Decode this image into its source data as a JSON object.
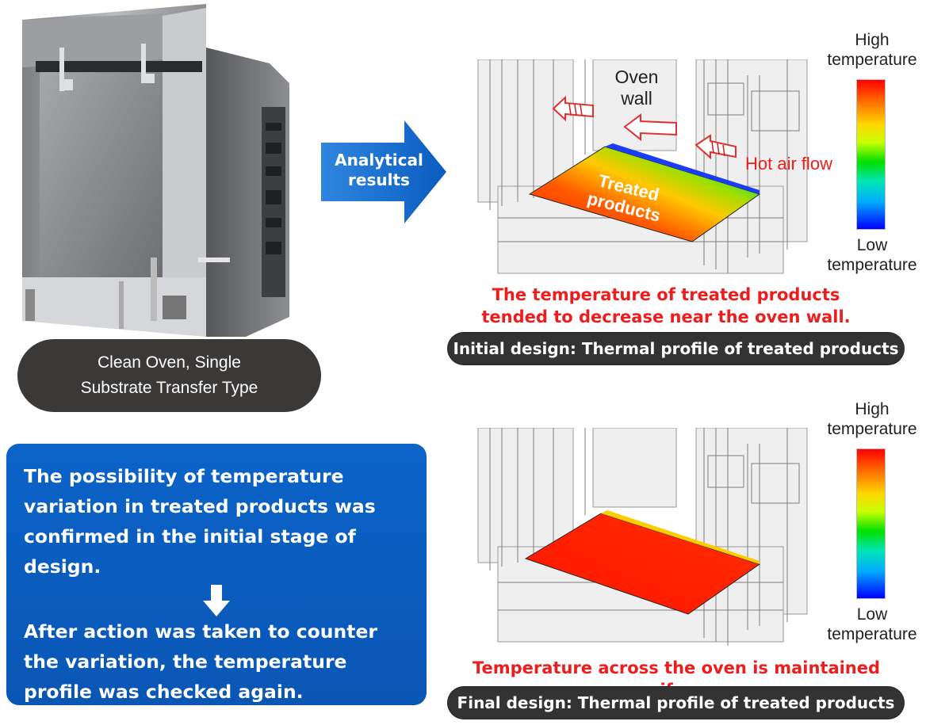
{
  "product": {
    "caption_line1": "Clean Oven, Single",
    "caption_line2": "Substrate Transfer Type"
  },
  "arrow": {
    "line1": "Analytical",
    "line2": "results",
    "color": "#0a66cc"
  },
  "summary": {
    "paragraph1": "The possibility of temperature variation in treated products was confirmed in the initial stage of design.",
    "paragraph2": "After action was taken to counter the variation, the temperature profile was checked again."
  },
  "initial": {
    "oven_wall_line1": "Oven",
    "oven_wall_line2": "wall",
    "hot_air_flow": "Hot air flow",
    "treated_line1": "Treated",
    "treated_line2": "products",
    "note_line1": "The temperature of treated products",
    "note_line2": "tended to decrease near the oven wall.",
    "label": "Initial design: Thermal profile of treated products",
    "scale_high_line1": "High",
    "scale_high_line2": "temperature",
    "scale_low_line1": "Low",
    "scale_low_line2": "temperature"
  },
  "final": {
    "note": "Temperature across the oven is maintained uniform.",
    "label": "Final design: Thermal profile of treated products",
    "scale_high_line1": "High",
    "scale_high_line2": "temperature",
    "scale_low_line1": "Low",
    "scale_low_line2": "temperature"
  },
  "colors": {
    "caption_pill": "#3b3838",
    "summary_blue": "#0a5cbf",
    "note_red": "#ee1d1d",
    "hot": "#ff0000",
    "cold": "#0000ff"
  }
}
